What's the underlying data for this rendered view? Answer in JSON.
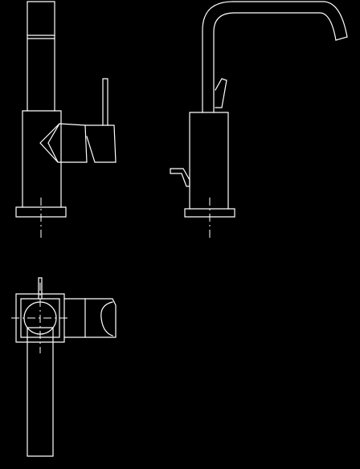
{
  "drawing": {
    "background": "#000000",
    "line_color": "#ffffff",
    "views": [
      {
        "name": "side-view"
      },
      {
        "name": "rear-view"
      },
      {
        "name": "top-view"
      }
    ]
  }
}
